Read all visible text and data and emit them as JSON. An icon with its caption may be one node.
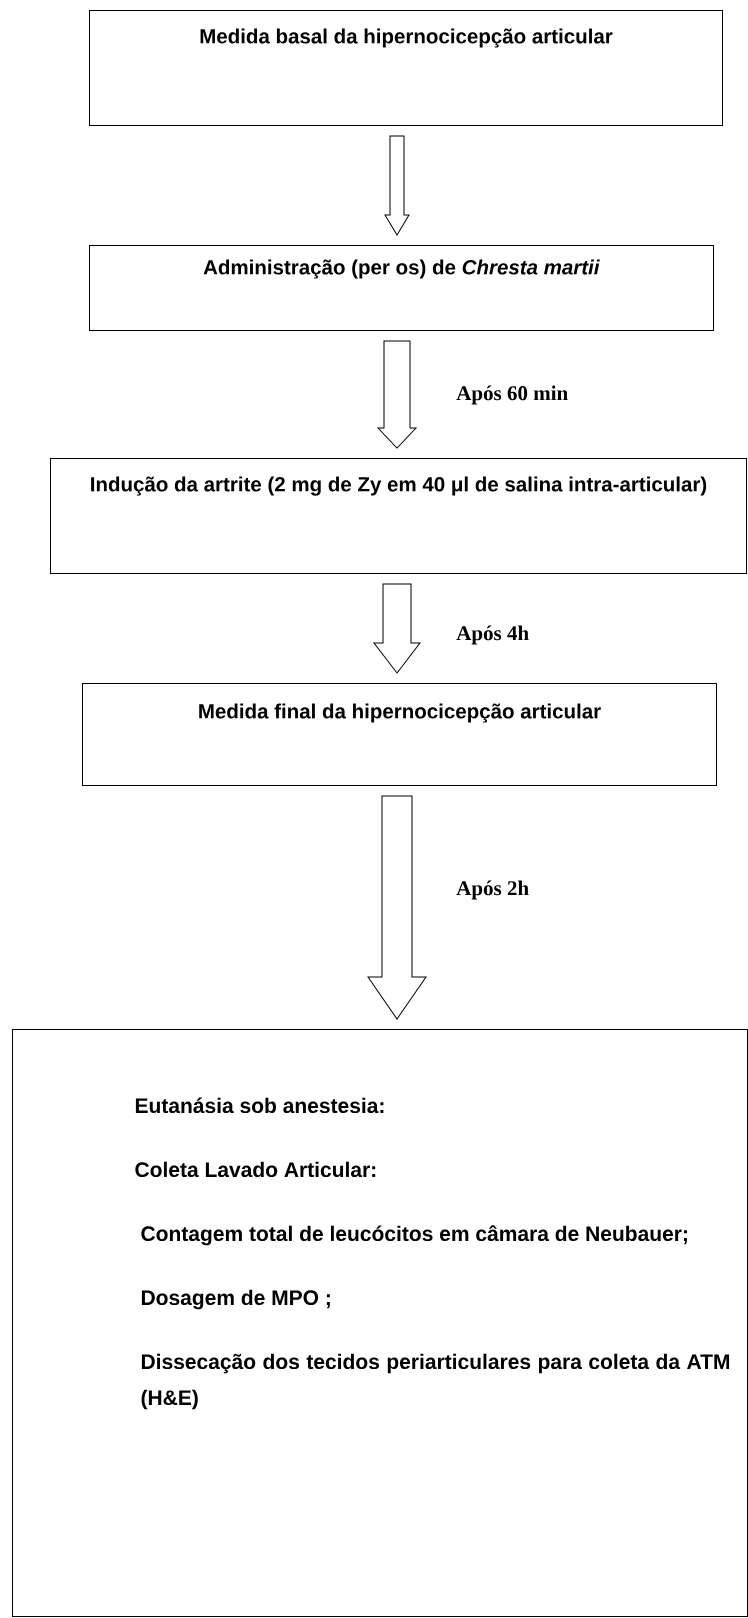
{
  "diagram": {
    "nodes": [
      {
        "text": [
          "Medida basal da hipernocicepção articular"
        ]
      },
      {
        "text": [
          "Administração (per os) de  *Chresta martii*"
        ]
      },
      {
        "text": [
          "Indução da artrite (2 mg de Zy em 40 μl de salina intra-articular)"
        ]
      },
      {
        "text": [
          "Medida final da hipernocicepção articular"
        ]
      },
      {
        "text": [
          "Eutanásia sob anestesia:",
          "Coleta Lavado Articular:",
          "Contagem total de leucócitos em câmara de Neubauer;",
          "Dosagem de MPO ;",
          "Dissecação dos tecidos periarticulares para coleta da  ATM (H&E)"
        ]
      }
    ],
    "edges": [
      {
        "from": 0,
        "to": 1,
        "arrow": "to"
      },
      {
        "from": 1,
        "to": 2,
        "arrow": "to",
        "label": "Após 60 min"
      },
      {
        "from": 2,
        "to": 3,
        "arrow": "to",
        "label": "Após 4h"
      },
      {
        "from": 3,
        "to": 4,
        "arrow": "to",
        "label": "Após 2h"
      }
    ]
  }
}
